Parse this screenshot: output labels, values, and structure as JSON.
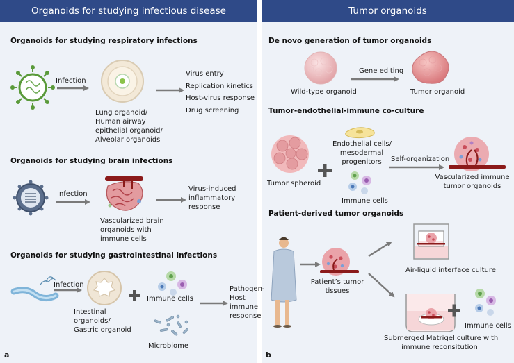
{
  "panel_a": {
    "header": "Organoids for studying infectious disease",
    "letter": "a",
    "respiratory": {
      "title": "Organoids for studying respiratory infections",
      "arrow_label": "Infection",
      "organoid_lines": [
        "Lung organoid/",
        "Human airway",
        "epithelial organoid/",
        "Alveolar organoids"
      ],
      "outcomes": [
        "Virus entry",
        "Replication kinetics",
        "Host-virus response",
        "Drug screening"
      ]
    },
    "brain": {
      "title": "Organoids for studying brain infections",
      "arrow_label": "Infection",
      "organoid_lines": [
        "Vascularized brain",
        "organoids with",
        "immune cells"
      ],
      "outcome_lines": [
        "Virus-induced",
        "inflammatory",
        "response"
      ]
    },
    "gi": {
      "title": "Organoids for studying gastrointestinal infections",
      "arrow_label": "Infection",
      "organoid_lines": [
        "Intestinal",
        "organoids/",
        "Gastric organoid"
      ],
      "immune_label": "Immune cells",
      "microbiome_label": "Microbiome",
      "outcome_lines": [
        "Pathogen-",
        "Host",
        "immune",
        "response"
      ]
    }
  },
  "panel_b": {
    "header": "Tumor organoids",
    "letter": "b",
    "denovo": {
      "title": "De novo generation of tumor organoids",
      "wildtype_label": "Wild-type organoid",
      "arrow_label": "Gene editing",
      "tumor_label": "Tumor organoid"
    },
    "coculture": {
      "title": "Tumor-endothelial-immune co-culture",
      "spheroid_label": "Tumor spheroid",
      "endothelial_lines": [
        "Endothelial cells/",
        "mesodermal",
        "progenitors"
      ],
      "immune_label": "Immune cells",
      "arrow_label": "Self-organization",
      "result_lines": [
        "Vascularized immune",
        "tumor organoids"
      ]
    },
    "patient": {
      "title": "Patient-derived tumor organoids",
      "tissue_lines": [
        "Patient’s tumor",
        "tissues"
      ],
      "ali_label": "Air-liquid interface culture",
      "immune_label": "Immune cells",
      "submerged_lines": [
        "Submerged Matrigel culture with",
        "immune reconsitution"
      ]
    }
  },
  "colors": {
    "header_bg": "#2f4a88",
    "panel_bg": "#eef2f8",
    "arrow": "#7a7a7a",
    "vessel": "#8b1a1a",
    "tumor_pink": "#e7a3a8",
    "virus_green": "#5a9a3a"
  },
  "icons": [
    "coronavirus-icon",
    "lung-organoid-icon",
    "brain-virus-icon",
    "brain-organoid-icon",
    "bacteria-icon",
    "intestinal-organoid-icon",
    "immune-cells-icon",
    "microbiome-icon",
    "wildtype-organoid-icon",
    "tumor-organoid-icon",
    "tumor-spheroid-icon",
    "endothelial-cell-icon",
    "vascularized-tumor-icon",
    "patient-icon",
    "transwell-icon",
    "well-plate-icon"
  ]
}
